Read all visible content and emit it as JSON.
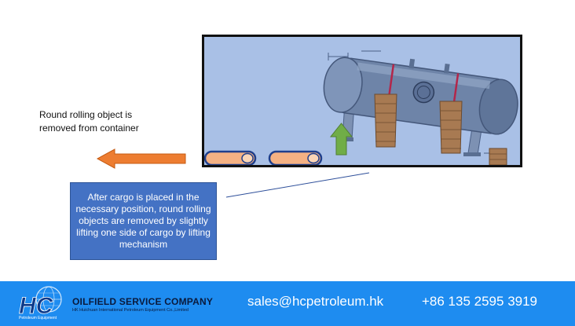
{
  "caption": {
    "line1": "Round rolling object is",
    "line2": "removed from container"
  },
  "callout": {
    "text": "After cargo is placed in the necessary position, round rolling objects are removed by slightly lifting one side of cargo by lifting mechanism"
  },
  "footer": {
    "logo_letters": "HC",
    "logo_tagline": "Petroleum Equipment",
    "company_name": "OILFIELD SERVICE COMPANY",
    "company_sub": "HK Huichuan International Petroleum Equipment Co.,Limited",
    "email": "sales@hcpetroleum.hk",
    "phone": "+86 135 2595 3919"
  },
  "colors": {
    "container_bg": "#a9c0e6",
    "callout_bg": "#4472c4",
    "footer_bg": "#1e8cf0",
    "arrow_orange": "#ed7d31",
    "arrow_green": "#70ad47",
    "roller_fill": "#f4b183",
    "roller_stroke": "#1f3f8c",
    "vessel": "#6e84a8",
    "crate": "#a87a52"
  },
  "icons": {
    "remove_arrow": "arrow-left-icon",
    "lift_arrow": "arrow-up-icon",
    "vessel": "pressure-vessel-icon",
    "roller": "roller-icon",
    "logo": "globe-logo-icon"
  }
}
